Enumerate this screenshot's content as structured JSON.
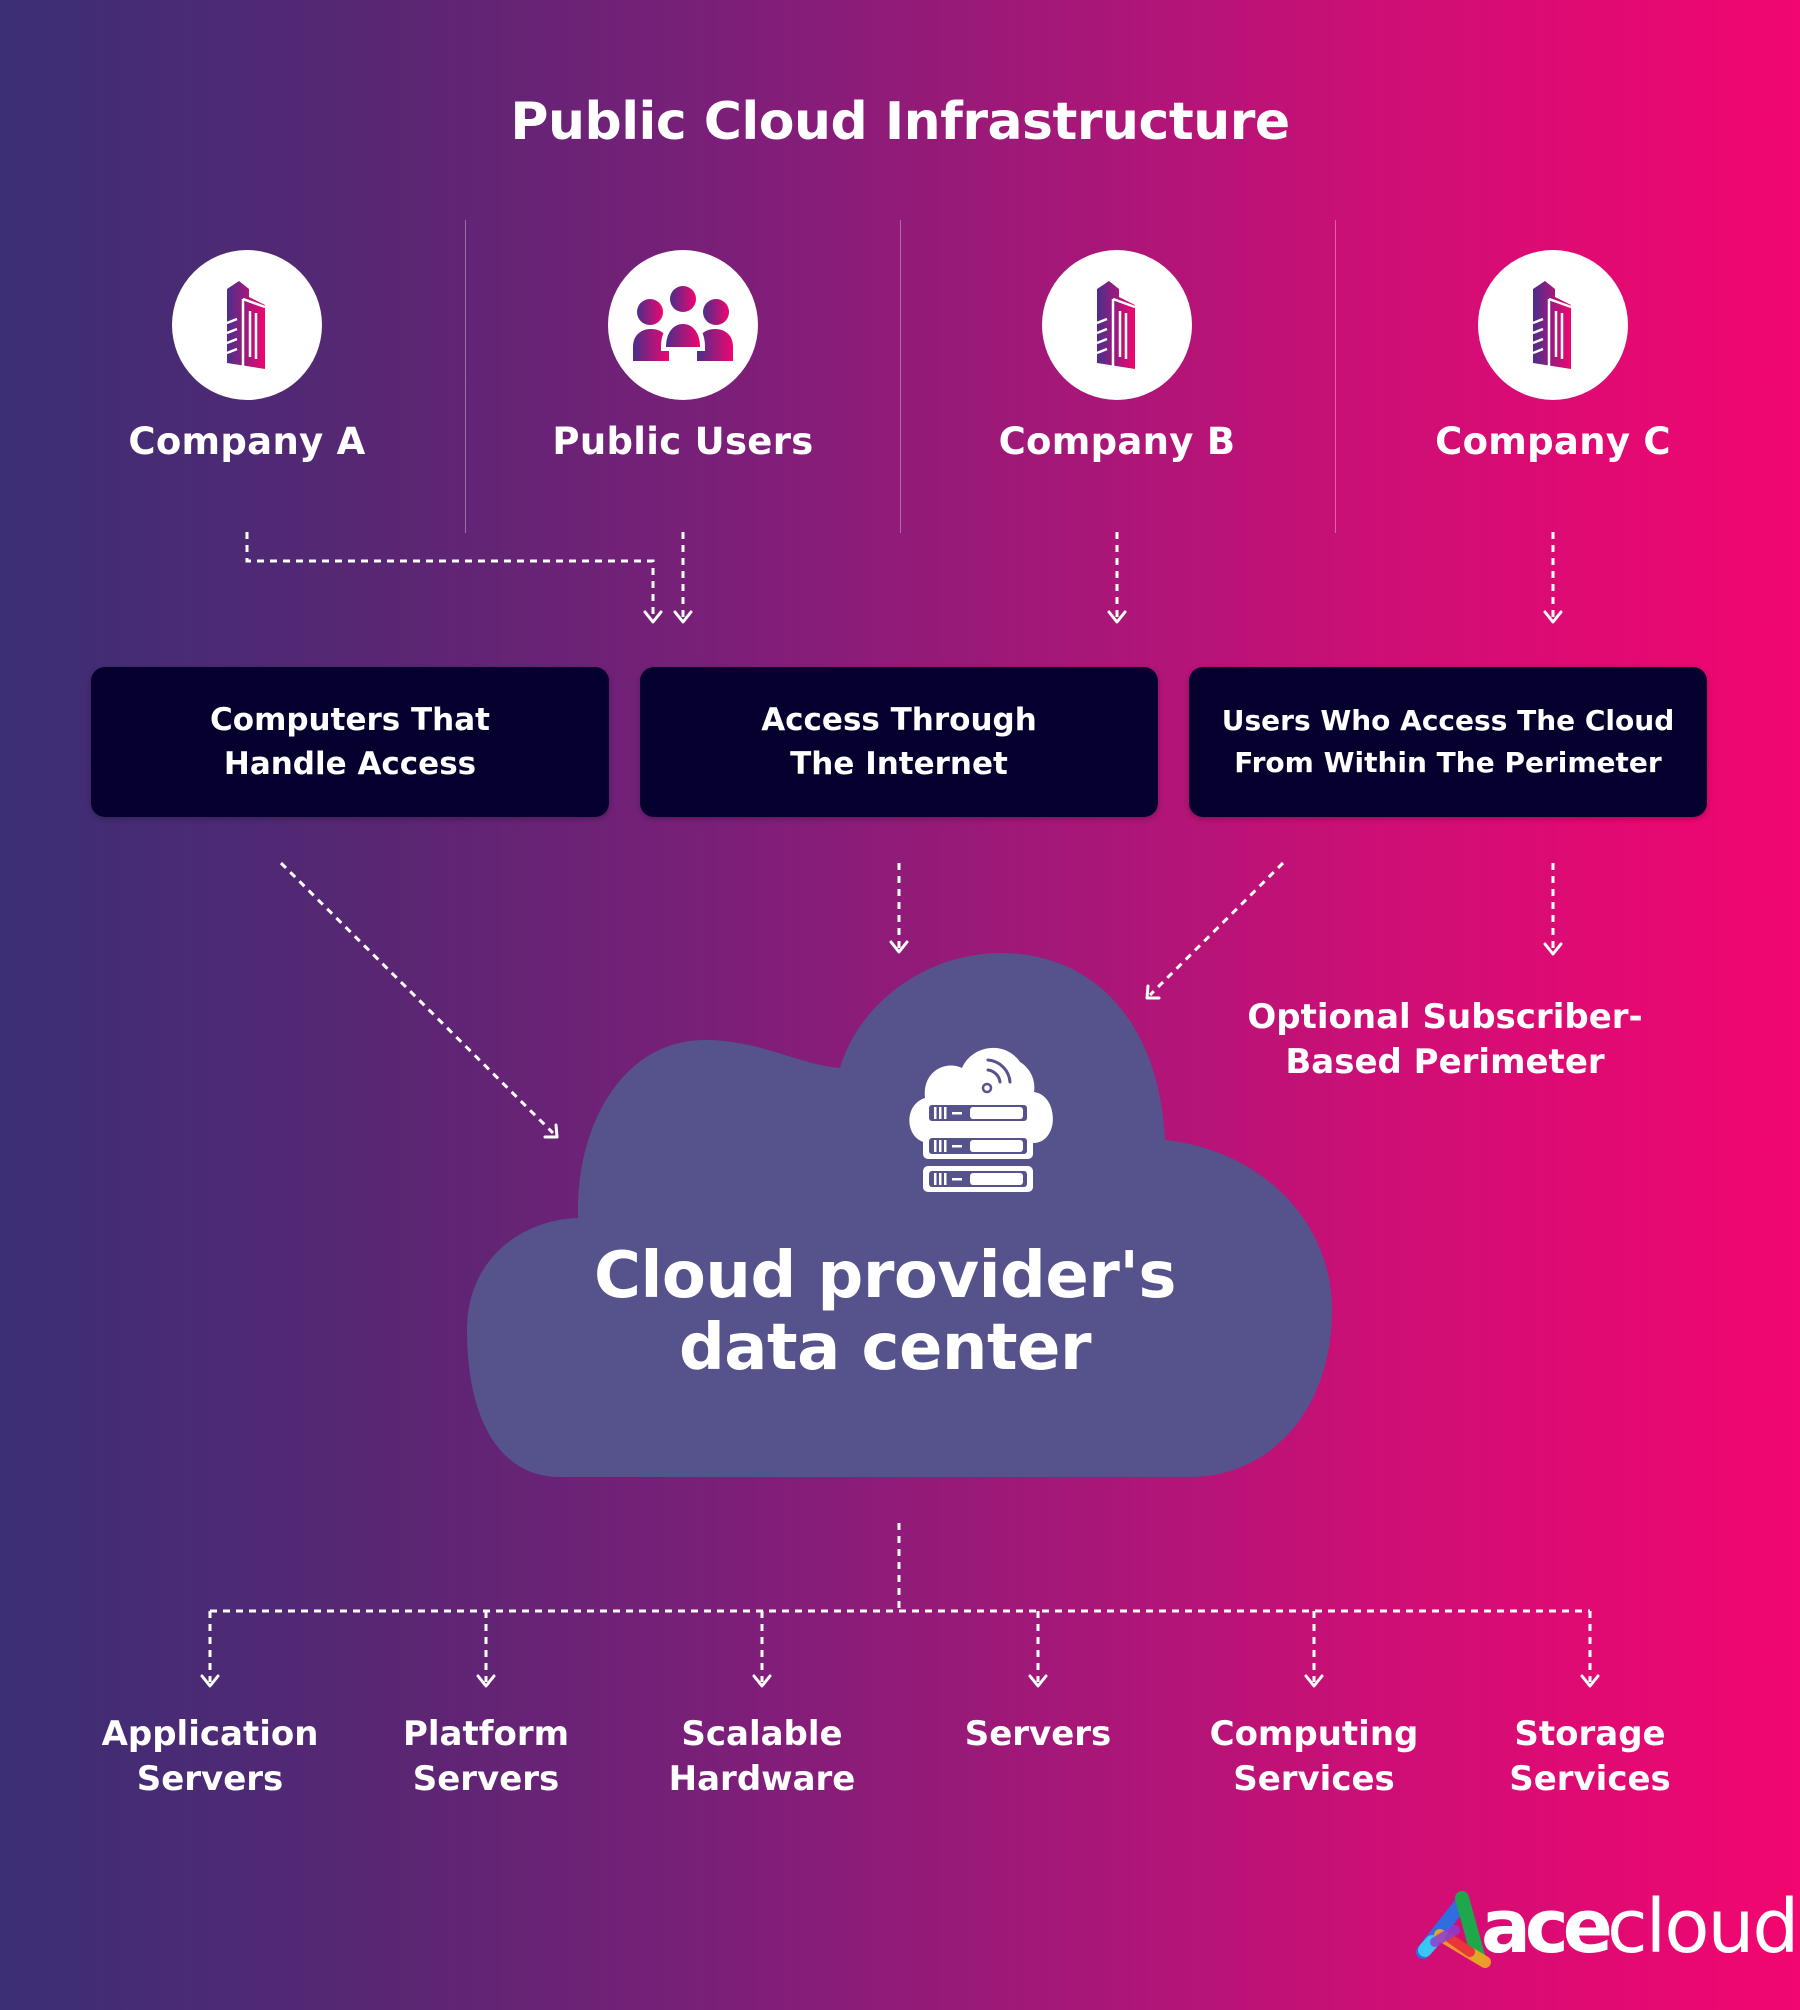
{
  "title": "Public Cloud Infrastructure",
  "colors": {
    "gradient_left": "#3b2f75",
    "gradient_right": "#f2066f",
    "box_bg": "#06002e",
    "cloud_fill": "#55528c",
    "icon_grad_start": "#4a2f8a",
    "icon_grad_end": "#f0056f"
  },
  "entities": [
    {
      "label": "Company A",
      "icon": "building-icon"
    },
    {
      "label": "Public Users",
      "icon": "users-group-icon"
    },
    {
      "label": "Company B",
      "icon": "building-icon"
    },
    {
      "label": "Company C",
      "icon": "building-icon"
    }
  ],
  "access_boxes": [
    {
      "lines": [
        "Computers That",
        "Handle Access"
      ]
    },
    {
      "lines": [
        "Access Through",
        "The Internet"
      ]
    },
    {
      "lines": [
        "Users Who Access The Cloud",
        "From Within The Perimeter"
      ]
    }
  ],
  "perimeter_label": {
    "lines": [
      "Optional Subscriber-",
      "Based Perimeter"
    ]
  },
  "data_center": {
    "lines": [
      "Cloud provider's",
      "data center"
    ],
    "icon": "cloud-server-icon"
  },
  "services": [
    {
      "lines": [
        "Application",
        "Servers"
      ]
    },
    {
      "lines": [
        "Platform",
        "Servers"
      ]
    },
    {
      "lines": [
        "Scalable",
        "Hardware"
      ]
    },
    {
      "lines": [
        "Servers",
        ""
      ]
    },
    {
      "lines": [
        "Computing",
        "Services"
      ]
    },
    {
      "lines": [
        "Storage",
        "Services"
      ]
    }
  ],
  "logo": {
    "part1": "ace",
    "part2": "cloud"
  }
}
